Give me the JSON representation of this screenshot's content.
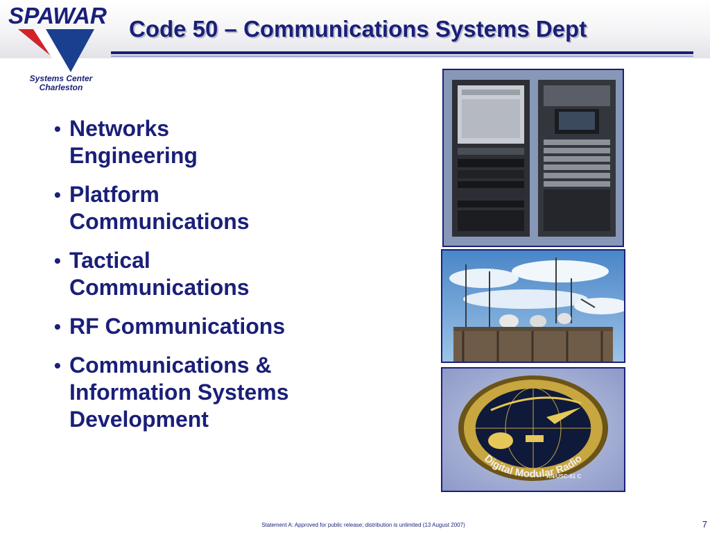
{
  "logo": {
    "wordmark": "SPAWAR",
    "subtitle_line1": "Systems Center",
    "subtitle_line2": "Charleston"
  },
  "slide": {
    "title": "Code 50 – Communications Systems Dept",
    "bullets": [
      {
        "line1": "Networks",
        "line2": "Engineering",
        "line3": ""
      },
      {
        "line1": "Platform",
        "line2": "Communications",
        "line3": ""
      },
      {
        "line1": "Tactical",
        "line2": "Communications",
        "line3": ""
      },
      {
        "line1": "RF Communications",
        "line2": "",
        "line3": ""
      },
      {
        "line1": "Communications &",
        "line2": "Information Systems",
        "line3": "Development"
      }
    ],
    "bullet_glyph": "•"
  },
  "photos": {
    "seal_text": "Digital Modular Radio",
    "seal_subtext": "AN/USC-61 C"
  },
  "footer": {
    "statement": "Statement A:  Approved for public release; distribution is unlimited (13 August 2007)",
    "page_number": "7"
  },
  "colors": {
    "navy": "#1a1f78",
    "logo_red": "#d2232a",
    "logo_blue": "#1b3f8f"
  }
}
